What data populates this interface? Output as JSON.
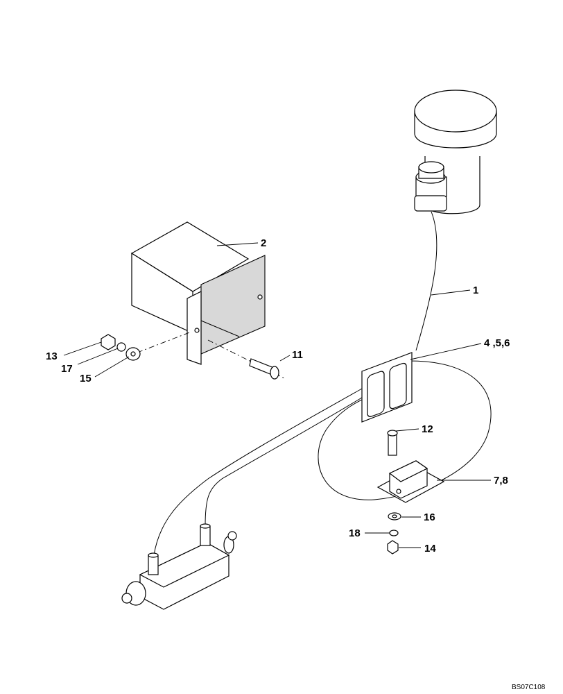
{
  "callouts": {
    "c1": "1",
    "c2": "2",
    "c4": "4 ,5,6",
    "c7": "7,8",
    "c11": "11",
    "c12": "12",
    "c13": "13",
    "c14": "14",
    "c15": "15",
    "c16": "16",
    "c17": "17",
    "c18": "18"
  },
  "drawing_ref": "BS07C108"
}
